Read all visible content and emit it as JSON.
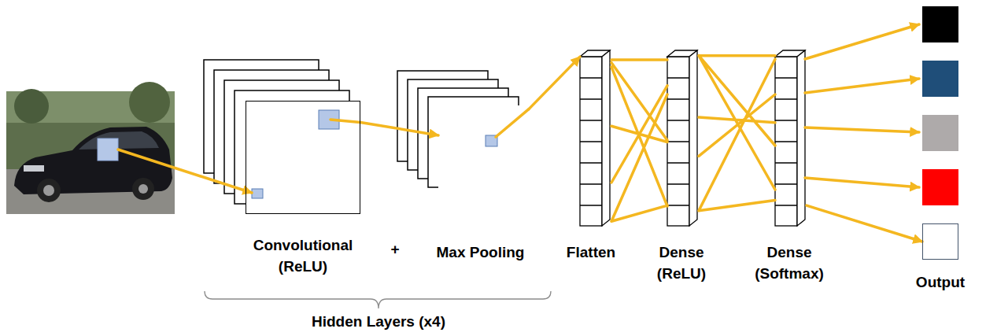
{
  "diagram": {
    "nodes": [
      {
        "text": [
          "Convolutional (ReLU)"
        ]
      },
      {
        "text": [
          "Max Pooling"
        ]
      },
      {
        "text": [
          "Flatten"
        ]
      },
      {
        "text": [
          "Dense (ReLU)"
        ]
      },
      {
        "text": [
          "Dense (Softmax)"
        ]
      },
      {
        "text": [
          "Output"
        ]
      }
    ],
    "edges": [
      {
        "from": 0,
        "to": 1,
        "arrow": "to"
      },
      {
        "from": 1,
        "to": 2,
        "arrow": "to"
      },
      {
        "from": 2,
        "to": 3,
        "arrow": "none"
      },
      {
        "from": 3,
        "to": 4,
        "arrow": "none"
      },
      {
        "from": 4,
        "to": 5,
        "arrow": "to"
      }
    ],
    "labels": [
      "+",
      "Hidden Layers (x4)"
    ]
  }
}
